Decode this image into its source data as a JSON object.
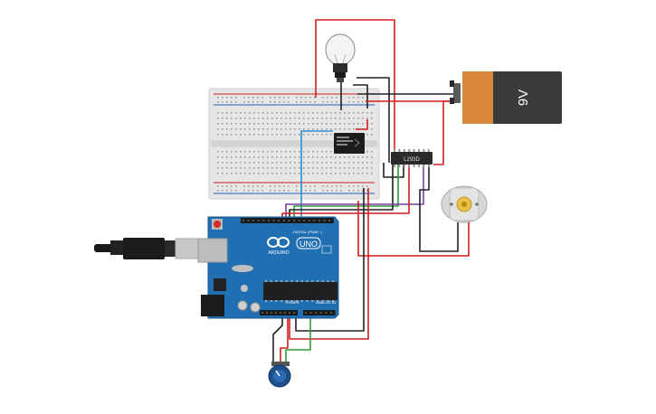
{
  "battery": {
    "label": "9V",
    "body_color": "#3b3b3b",
    "cap_color": "#d8863b"
  },
  "arduino": {
    "brand": "ARDUINO",
    "model": "UNO",
    "digital_label": "DIGITAL (PWM ~)",
    "power_label": "POWER",
    "analog_label": "ANALOG IN",
    "board_color": "#1f6fb2"
  },
  "chip": {
    "label": "L293D"
  },
  "relay": {
    "label": ""
  },
  "wire_colors": {
    "red": "#d11f1f",
    "black": "#222222",
    "green": "#2f9a3a",
    "purple": "#7a3fa0",
    "blue": "#2b8fd0"
  }
}
